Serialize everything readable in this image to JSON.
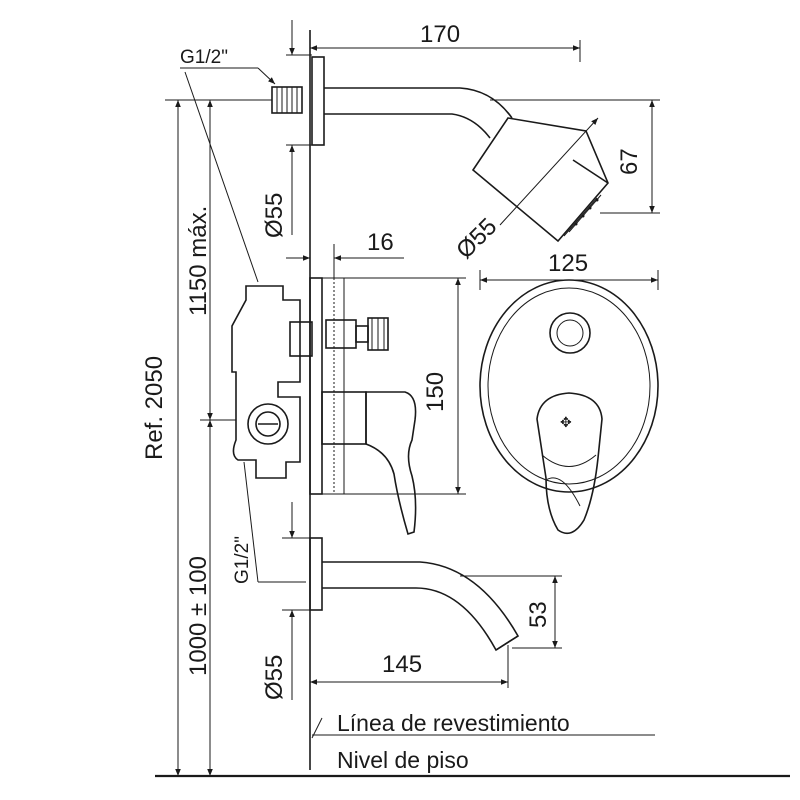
{
  "dimensions": {
    "top_width": "170",
    "head_height": "67",
    "head_diameter": "Ø55",
    "flange_top_diameter": "Ø55",
    "thread_top": "G1/2\"",
    "max_height": "1150 máx.",
    "ref_height": "Ref. 2050",
    "valve_offset": "16",
    "valve_height": "150",
    "plate_width": "125",
    "thread_bottom": "G1/2\"",
    "install_height": "1000 ± 100",
    "spout_height": "53",
    "spout_length": "145",
    "flange_bottom_diameter": "Ø55"
  },
  "labels": {
    "wall_line": "Línea de revestimiento",
    "floor_level": "Nivel de piso"
  },
  "colors": {
    "line": "#1a1a1a",
    "background": "#ffffff"
  }
}
